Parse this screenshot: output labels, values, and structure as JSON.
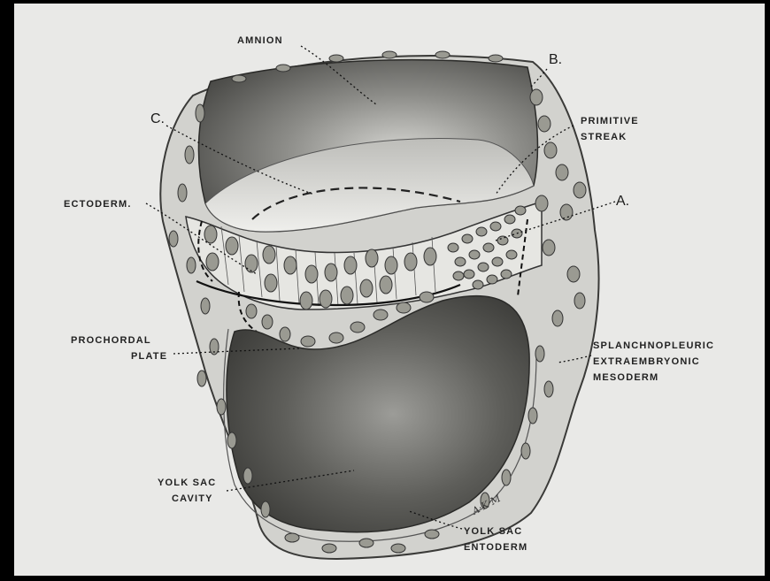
{
  "labels": {
    "amnion": "AMNION",
    "b": "B.",
    "c": "C.",
    "primitive_streak_1": "PRIMITIVE",
    "primitive_streak_2": "STREAK",
    "ectoderm": "ECTODERM.",
    "a": "A.",
    "prochordal_1": "PROCHORDAL",
    "prochordal_2": "PLATE",
    "splanch_1": "SPLANCHNOPLEURIC",
    "splanch_2": "EXTRAEMBRYONIC",
    "splanch_3": "MESODERM",
    "yolk_cavity_1": "YOLK SAC",
    "yolk_cavity_2": "CAVITY",
    "yolk_ento_1": "YOLK SAC",
    "yolk_ento_2": "ENTODERM",
    "signature": "A·K·M"
  },
  "colors": {
    "background": "#000000",
    "paper": "#e9e9e7",
    "mesoderm": "#cfcfcb",
    "cavity": "#6f6f6b",
    "cell": "#9a9a92"
  }
}
